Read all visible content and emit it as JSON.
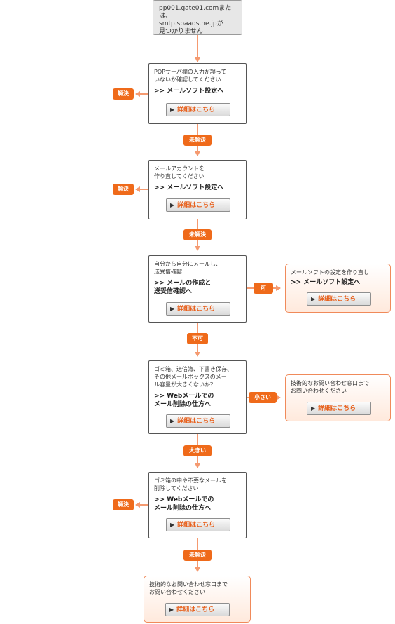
{
  "colors": {
    "accent": "#ef6a1a",
    "arrow": "#f59a70",
    "box_border": "#555555",
    "orange_border": "#f08a5a"
  },
  "start": {
    "text": "pp001.gate01.comまたは、\nsmtp.spaaqs.ne.jpが\n見つかりません"
  },
  "detail_button_label": "詳細はこちら",
  "steps": [
    {
      "desc": "POPサーバ欄の入力が誤って\nいないか確認してください",
      "link": ">> メールソフト設定へ"
    },
    {
      "desc": "メールアカウントを\n作り直してください",
      "link": ">> メールソフト設定へ"
    },
    {
      "desc": "自分から自分にメールし、\n送受信確認",
      "link": ">> メールの作成と\n    送受信確認へ"
    },
    {
      "desc": "ゴミ箱、送信簿、下書き保存、\nその他メールボックスのメー\nル容量が大きくないか？",
      "link": ">> Webメールでの\n    メール削除の仕方へ"
    },
    {
      "desc": "ゴミ箱の中や不要なメールを\n削除してください",
      "link": ">> Webメールでの\n    メール削除の仕方へ"
    }
  ],
  "side_boxes": [
    {
      "desc": "メールソフトの設定を作り直し",
      "link": ">> メールソフト設定へ"
    },
    {
      "desc": "技術的なお問い合わせ窓口まで\nお問い合わせください",
      "link": ""
    }
  ],
  "final_box": {
    "desc": "技術的なお問い合わせ窓口まで\nお問い合わせください"
  },
  "labels": {
    "resolved": "解決",
    "unresolved": "未解決",
    "ok": "可",
    "ng": "不可",
    "small": "小さい",
    "large": "大きい"
  }
}
